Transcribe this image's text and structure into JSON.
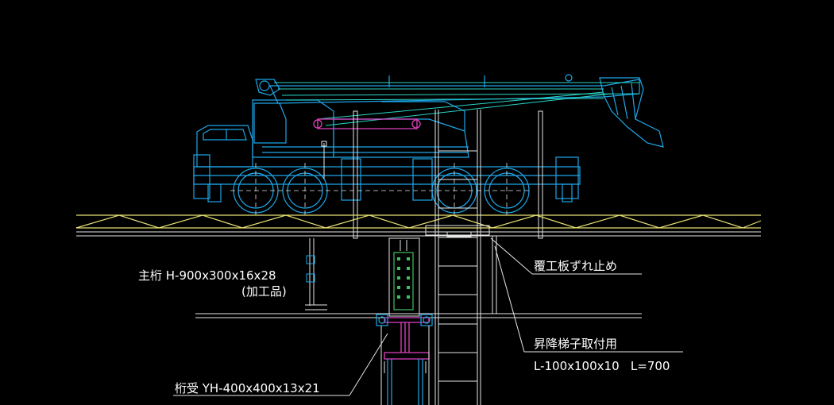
{
  "annotations": {
    "main_girder_line1": "主桁 H-900x300x16x28",
    "main_girder_line2": "(加工品)",
    "deck_slip_stopper": "覆工板ずれ止め",
    "ladder_bracket_line1": "昇降梯子取付用",
    "ladder_bracket_line2": "L-100x100x10   L=700",
    "girder_support": "桁受 YH-400x400x13x21"
  },
  "colors": {
    "background": "#000000",
    "crane": "#1ea7e8",
    "boom_lines": "#2ad4c8",
    "deck_truss": "#e8e070",
    "structure": "#e6e6e6",
    "magenta": "#e040c0",
    "green": "#40c060",
    "leader": "#e6e6e6"
  }
}
